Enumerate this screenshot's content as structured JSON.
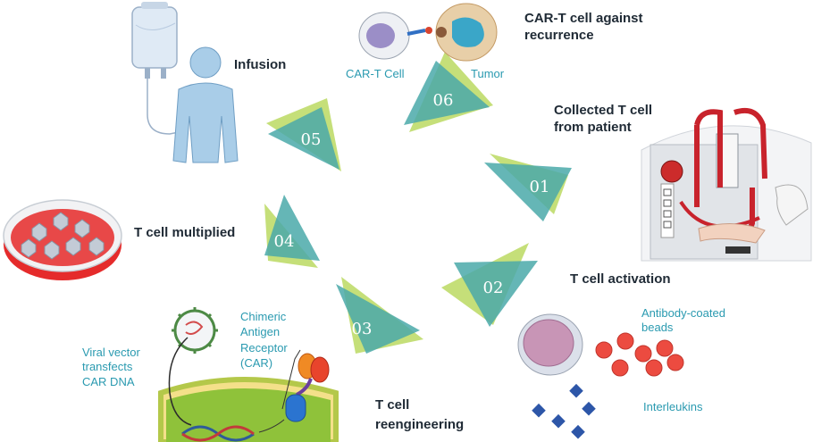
{
  "colors": {
    "triangle_light": "#bfdc6a",
    "triangle_teal": "#4aa9a9",
    "heading_text": "#1f2a35",
    "sub_text": "#2a9ab0"
  },
  "steps": [
    {
      "number": "01",
      "label_lines": [
        "Collected T cell",
        "from patient"
      ]
    },
    {
      "number": "02",
      "label_lines": [
        "T cell activation"
      ]
    },
    {
      "number": "03",
      "label_lines": [
        "T cell",
        "reengineering"
      ]
    },
    {
      "number": "04",
      "label_lines": [
        "T cell multiplied"
      ]
    },
    {
      "number": "05",
      "label_lines": [
        "Infusion"
      ]
    },
    {
      "number": "06",
      "label_lines": [
        "CAR-T cell against",
        "recurrence"
      ]
    }
  ],
  "sublabels": {
    "cart_cell": "CAR-T Cell",
    "tumor": "Tumor",
    "antibody_beads": [
      "Antibody-coated",
      "beads"
    ],
    "interleukins": "Interleukins",
    "viral_vector": [
      "Viral vector",
      "transfects",
      "CAR DNA"
    ],
    "car": [
      "Chimeric",
      "Antigen",
      "Receptor",
      "(CAR)"
    ]
  },
  "icons": [
    "iv-bag-icon",
    "human-silhouette-icon",
    "cart-cell-icon",
    "tumor-cell-icon",
    "apheresis-machine-icon",
    "petri-dish-icon",
    "t-cell-icon",
    "antibody-bead-icon",
    "interleukin-icon",
    "virus-icon",
    "cell-membrane-icon",
    "dna-icon",
    "car-receptor-icon"
  ]
}
